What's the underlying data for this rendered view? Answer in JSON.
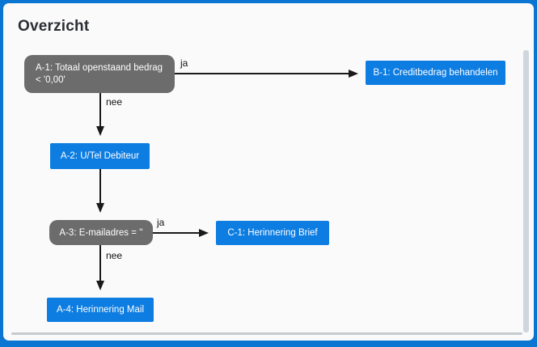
{
  "page": {
    "title": "Overzicht",
    "frame_color": "#0b76d2",
    "background": "#fafafa"
  },
  "colors": {
    "node_blue": "#0d7de2",
    "node_gray": "#6c6c6c",
    "arrow": "#1a1a1a",
    "scrollbar_track": "#cfd6dd"
  },
  "flowchart": {
    "nodes": [
      {
        "id": "A-1",
        "label": "A-1: Totaal openstaand bedrag < '0,00'",
        "shape": "rounded",
        "color": "gray"
      },
      {
        "id": "B-1",
        "label": "B-1: Creditbedrag behandelen",
        "shape": "rect",
        "color": "blue"
      },
      {
        "id": "A-2",
        "label": "A-2: U/Tel Debiteur",
        "shape": "rect",
        "color": "blue"
      },
      {
        "id": "A-3",
        "label": "A-3: E-mailadres = ''",
        "shape": "rounded",
        "color": "gray"
      },
      {
        "id": "C-1",
        "label": "C-1: Herinnering Brief",
        "shape": "rect",
        "color": "blue"
      },
      {
        "id": "A-4",
        "label": "A-4: Herinnering Mail",
        "shape": "rect",
        "color": "blue"
      }
    ],
    "edges": [
      {
        "from": "A-1",
        "to": "B-1",
        "label": "ja"
      },
      {
        "from": "A-1",
        "to": "A-2",
        "label": "nee"
      },
      {
        "from": "A-2",
        "to": "A-3",
        "label": ""
      },
      {
        "from": "A-3",
        "to": "C-1",
        "label": "ja"
      },
      {
        "from": "A-3",
        "to": "A-4",
        "label": "nee"
      }
    ]
  }
}
